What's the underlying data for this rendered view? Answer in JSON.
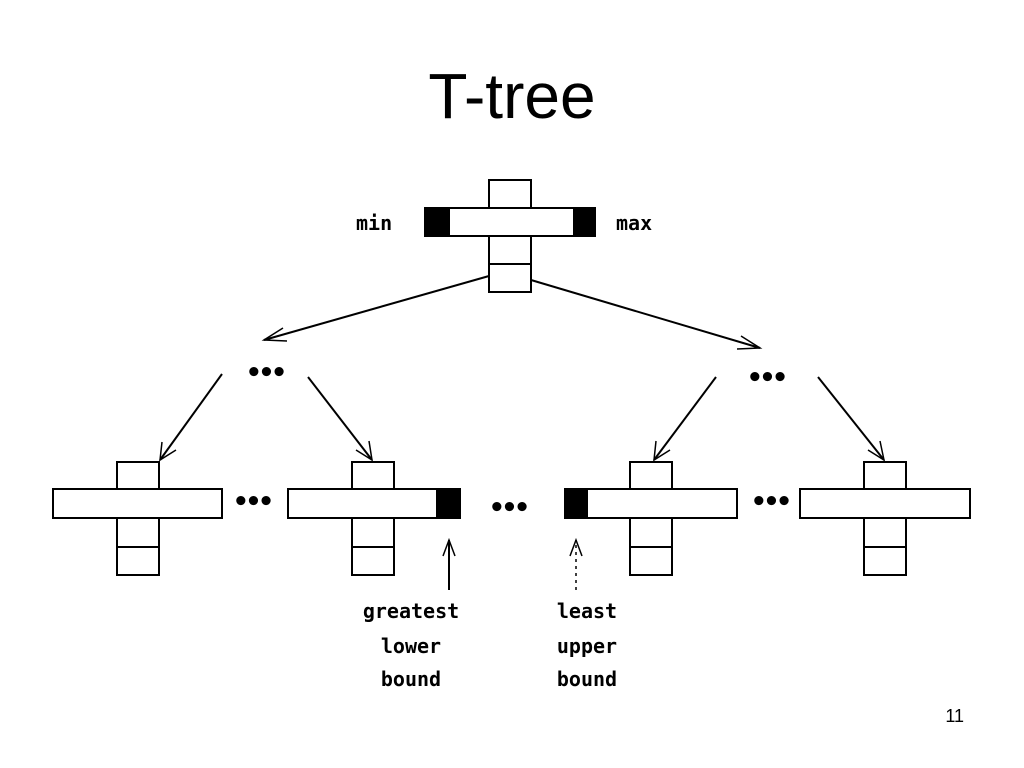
{
  "slide": {
    "title": "T-tree",
    "page_number": "11"
  },
  "diagram": {
    "labels": {
      "min": "min",
      "max": "max",
      "ellipsis": "•••",
      "glb_line1": "greatest",
      "glb_line2": "lower",
      "glb_line3": "bound",
      "lub_line1": "least",
      "lub_line2": "upper",
      "lub_line3": "bound"
    },
    "colors": {
      "stroke": "#000000",
      "fill": "#ffffff",
      "boundary_fill": "#000000"
    }
  }
}
